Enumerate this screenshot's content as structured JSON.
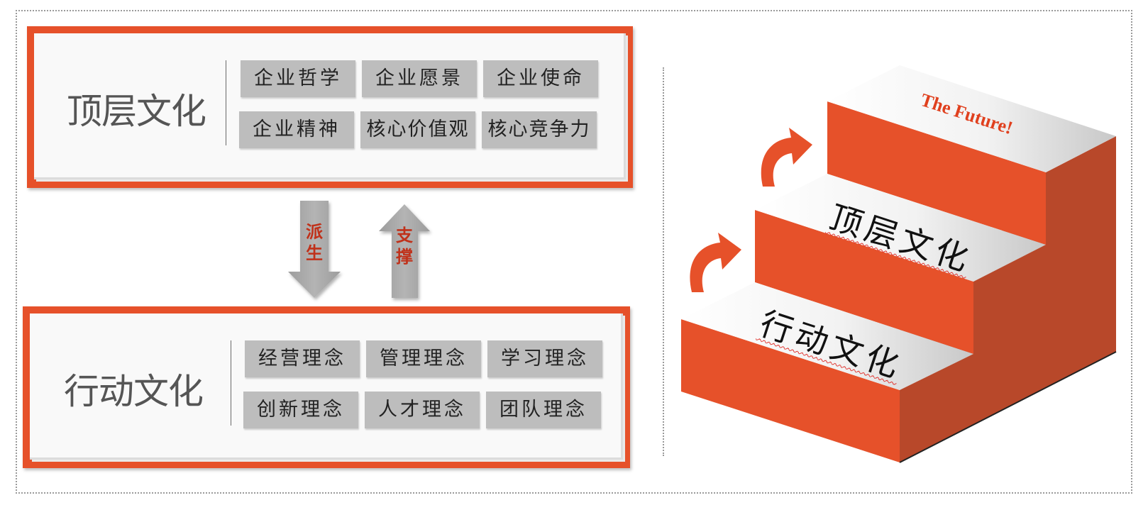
{
  "top_panel": {
    "title": "顶层文化",
    "tags": [
      "企业哲学",
      "企业愿景",
      "企业使命",
      "企业精神",
      "核心价值观",
      "核心竞争力"
    ]
  },
  "arrows": {
    "down_label": [
      "派",
      "生"
    ],
    "up_label": [
      "支",
      "撑"
    ]
  },
  "bottom_panel": {
    "title": "行动文化",
    "tags": [
      "经营理念",
      "管理理念",
      "学习理念",
      "创新理念",
      "人才理念",
      "团队理念"
    ]
  },
  "stairs": {
    "step_top_label": "The Future!",
    "step_middle_label": "顶层文化",
    "step_bottom_label": "行动文化"
  },
  "colors": {
    "accent": "#e6512a",
    "accent_dark": "#b8482a",
    "tag_bg": "#bdbdbd",
    "arrow_gray": "#a8a8a8",
    "label_red": "#c0311a"
  }
}
